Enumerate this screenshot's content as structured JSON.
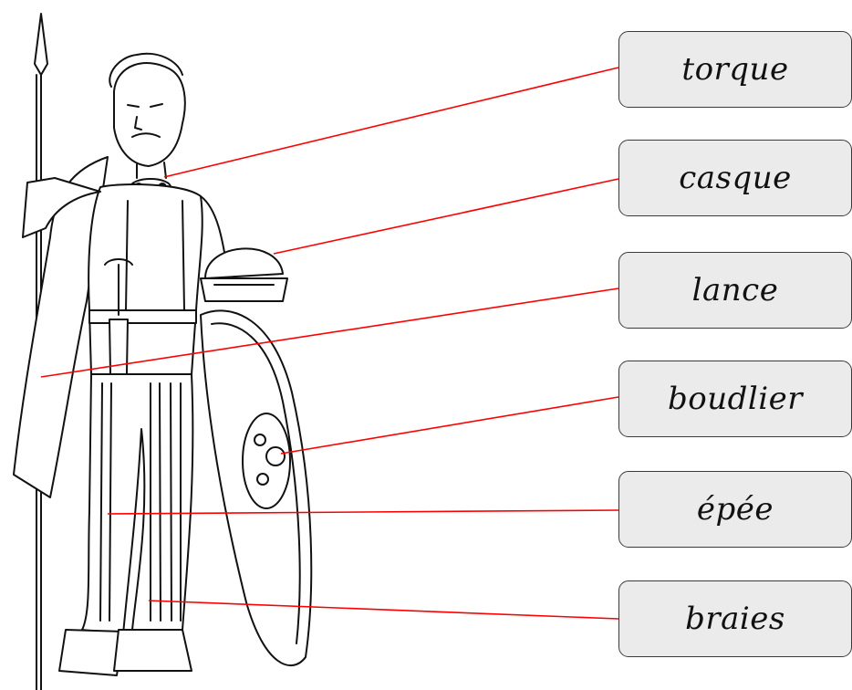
{
  "labels": {
    "torque": "torque",
    "casque": "casque",
    "lance": "lance",
    "bouclier": "boudlier",
    "epee": "épée",
    "braies": "braies"
  },
  "colors": {
    "line": "#ff0000",
    "box_fill": "#ebebeb",
    "box_border": "#3a3a3a",
    "drawing": "#111111"
  }
}
